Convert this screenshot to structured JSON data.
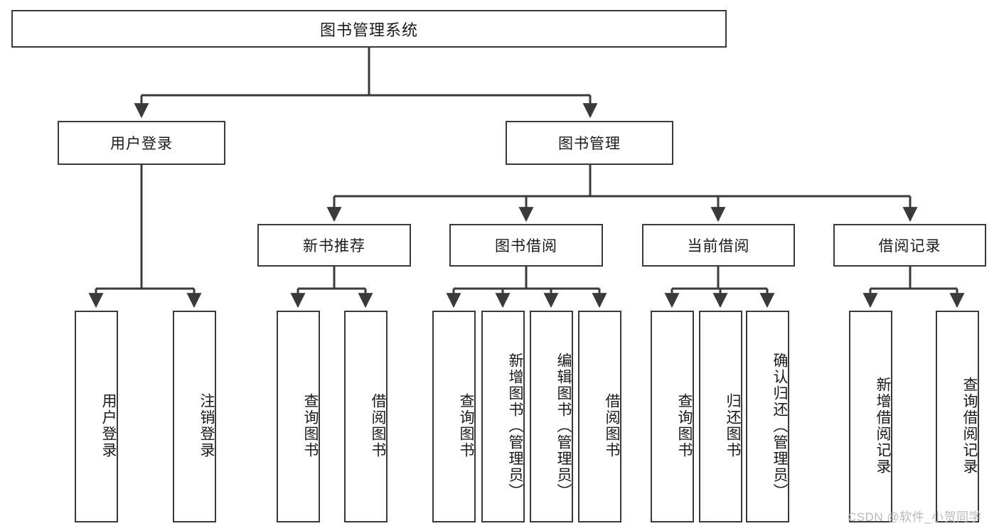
{
  "diagram": {
    "title": "图书管理系统",
    "type": "hierarchy-tree",
    "root": {
      "id": "root",
      "label": "图书管理系统",
      "orientation": "horizontal"
    },
    "level2": [
      {
        "id": "user-login",
        "label": "用户登录",
        "orientation": "horizontal"
      },
      {
        "id": "book-management",
        "label": "图书管理",
        "orientation": "horizontal"
      }
    ],
    "level3": [
      {
        "id": "new-book-recommend",
        "label": "新书推荐",
        "parent": "book-management",
        "orientation": "horizontal"
      },
      {
        "id": "book-borrow",
        "label": "图书借阅",
        "parent": "book-management",
        "orientation": "horizontal"
      },
      {
        "id": "current-borrow",
        "label": "当前借阅",
        "parent": "book-management",
        "orientation": "horizontal"
      },
      {
        "id": "borrow-record",
        "label": "借阅记录",
        "parent": "book-management",
        "orientation": "horizontal"
      }
    ],
    "leaves": [
      {
        "id": "leaf-user-login",
        "label": "用户登录",
        "parent": "user-login",
        "orientation": "vertical"
      },
      {
        "id": "leaf-user-logout",
        "label": "注销登录",
        "parent": "user-login",
        "orientation": "vertical"
      },
      {
        "id": "leaf-query-book-1",
        "label": "查询图书",
        "parent": "new-book-recommend",
        "orientation": "vertical"
      },
      {
        "id": "leaf-borrow-book-1",
        "label": "借阅图书",
        "parent": "new-book-recommend",
        "orientation": "vertical"
      },
      {
        "id": "leaf-query-book-2",
        "label": "查询图书",
        "parent": "book-borrow",
        "orientation": "vertical"
      },
      {
        "id": "leaf-add-book",
        "label": "新增图书（管理员）",
        "parent": "book-borrow",
        "orientation": "vertical"
      },
      {
        "id": "leaf-edit-book",
        "label": "编辑图书（管理员）",
        "parent": "book-borrow",
        "orientation": "vertical"
      },
      {
        "id": "leaf-borrow-book-2",
        "label": "借阅图书",
        "parent": "book-borrow",
        "orientation": "vertical"
      },
      {
        "id": "leaf-query-book-3",
        "label": "查询图书",
        "parent": "current-borrow",
        "orientation": "vertical"
      },
      {
        "id": "leaf-return-book",
        "label": "归还图书",
        "parent": "current-borrow",
        "orientation": "vertical"
      },
      {
        "id": "leaf-confirm-return",
        "label": "确认归还（管理员）",
        "parent": "current-borrow",
        "orientation": "vertical"
      },
      {
        "id": "leaf-add-record",
        "label": "新增借阅记录",
        "parent": "borrow-record",
        "orientation": "vertical"
      },
      {
        "id": "leaf-query-record",
        "label": "查询借阅记录",
        "parent": "borrow-record",
        "orientation": "vertical"
      }
    ],
    "colors": {
      "stroke": "#3a3a3a",
      "fill": "#ffffff",
      "text": "#1a1a1a",
      "watermark": "#b9b9b9"
    }
  },
  "watermark": {
    "text": "CSDN @软件_小贺同学"
  }
}
